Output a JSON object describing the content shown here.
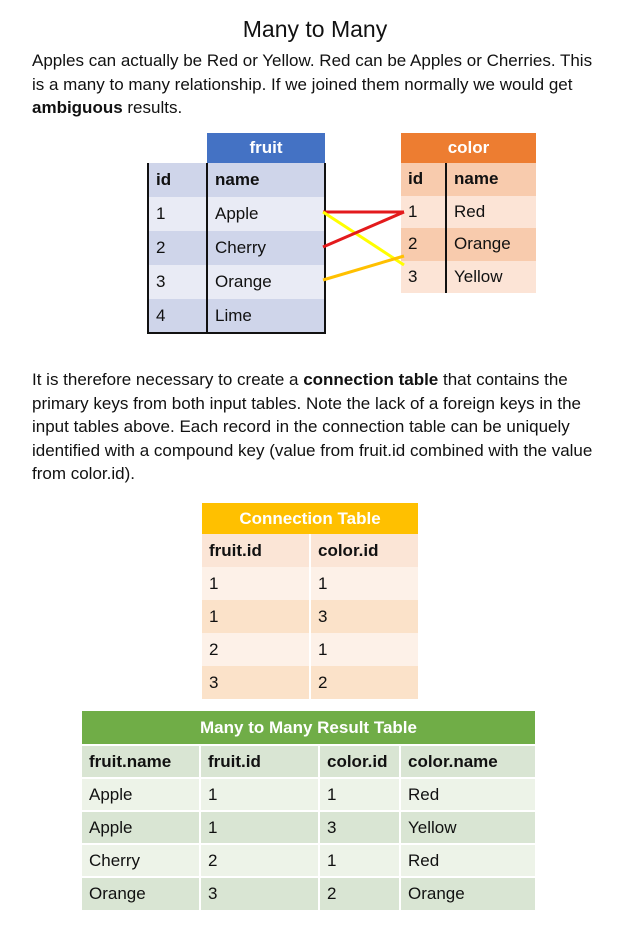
{
  "title": "Many to Many",
  "intro": {
    "before": "Apples can actually be Red or Yellow.  Red can be Apples or Cherries.  This is a many to many relationship.  If we joined them normally we would get ",
    "bold": "ambiguous",
    "after": " results."
  },
  "fruit_table": {
    "name": "fruit",
    "columns": [
      "id",
      "name"
    ],
    "rows": [
      [
        "1",
        "Apple"
      ],
      [
        "2",
        "Cherry"
      ],
      [
        "3",
        "Orange"
      ],
      [
        "4",
        "Lime"
      ]
    ]
  },
  "color_table": {
    "name": "color",
    "columns": [
      "id",
      "name"
    ],
    "rows": [
      [
        "1",
        "Red"
      ],
      [
        "2",
        "Orange"
      ],
      [
        "3",
        "Yellow"
      ]
    ]
  },
  "links": [
    {
      "from_fruit": "1",
      "to_color": "1",
      "color": "#e31a1c"
    },
    {
      "from_fruit": "1",
      "to_color": "3",
      "color": "#ffff00"
    },
    {
      "from_fruit": "2",
      "to_color": "1",
      "color": "#e31a1c"
    },
    {
      "from_fruit": "3",
      "to_color": "2",
      "color": "#ffc000"
    }
  ],
  "explain": {
    "before": "It is therefore necessary to create a ",
    "bold": "connection table",
    "after": " that contains the primary keys from both input tables.  Note the lack of a foreign keys in the input tables above.  Each record in the connection table can be uniquely identified with a compound key (value from fruit.id combined with the value from color.id)."
  },
  "connection_table": {
    "title": "Connection Table",
    "columns": [
      "fruit.id",
      "color.id"
    ],
    "rows": [
      [
        "1",
        "1"
      ],
      [
        "1",
        "3"
      ],
      [
        "2",
        "1"
      ],
      [
        "3",
        "2"
      ]
    ]
  },
  "result_table": {
    "title": "Many to Many Result Table",
    "columns": [
      "fruit.name",
      "fruit.id",
      "color.id",
      "color.name"
    ],
    "rows": [
      [
        "Apple",
        "1",
        "1",
        "Red"
      ],
      [
        "Apple",
        "1",
        "3",
        "Yellow"
      ],
      [
        "Cherry",
        "2",
        "1",
        "Red"
      ],
      [
        "Orange",
        "3",
        "2",
        "Orange"
      ]
    ]
  }
}
